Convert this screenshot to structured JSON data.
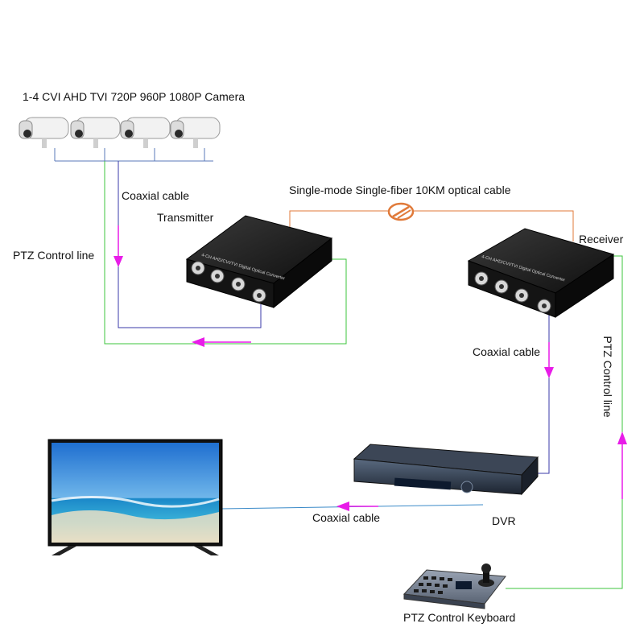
{
  "labels": {
    "cameras": "1-4 CVI AHD TVI 720P 960P 1080P Camera",
    "coaxial_cable_1": "Coaxial cable",
    "transmitter": "Transmitter",
    "optical_cable": "Single-mode Single-fiber 10KM optical cable",
    "receiver": "Receiver",
    "ptz_control_line_left": "PTZ Control line",
    "coaxial_cable_2": "Coaxial cable",
    "ptz_control_line_right": "PTZ Control line",
    "coaxial_cable_3": "Coaxial cable",
    "dvr": "DVR",
    "ptz_control_keyboard": "PTZ Control Keyboard"
  },
  "device_text": {
    "converter_model": "4-CH AHD/CVI/TVI Digital Optical Converter"
  },
  "colors": {
    "coaxial_line": "#3a3aa8",
    "control_line": "#3cc43c",
    "optical_line": "#e07a3a",
    "arrow": "#e81ce8",
    "device_body": "#1b1b1b"
  }
}
